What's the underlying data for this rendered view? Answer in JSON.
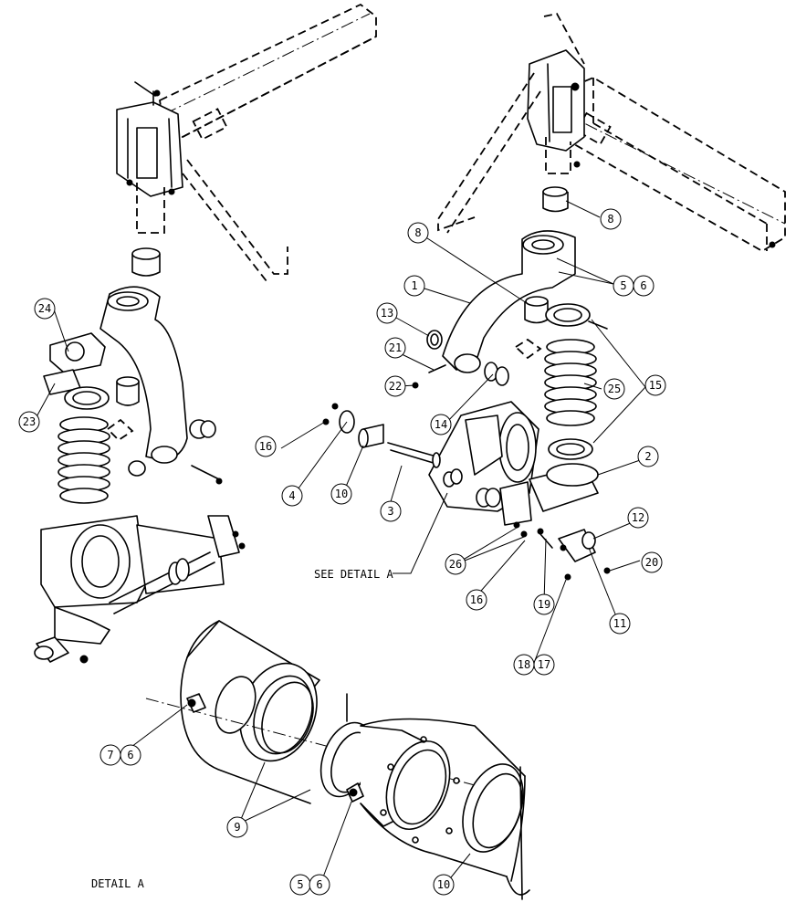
{
  "labels": {
    "see_detail": "SEE DETAIL  A",
    "detail_title": "DETAIL  A"
  },
  "callouts": [
    {
      "id": "c1",
      "text": "1"
    },
    {
      "id": "c2",
      "text": "2"
    },
    {
      "id": "c3",
      "text": "3"
    },
    {
      "id": "c4",
      "text": "4"
    },
    {
      "id": "c5a",
      "text": "5"
    },
    {
      "id": "c6a",
      "text": "6"
    },
    {
      "id": "c5b",
      "text": "5"
    },
    {
      "id": "c6b",
      "text": "6"
    },
    {
      "id": "c6c",
      "text": "6"
    },
    {
      "id": "c7",
      "text": "7"
    },
    {
      "id": "c8a",
      "text": "8"
    },
    {
      "id": "c8b",
      "text": "8"
    },
    {
      "id": "c9",
      "text": "9"
    },
    {
      "id": "c10a",
      "text": "10"
    },
    {
      "id": "c10b",
      "text": "10"
    },
    {
      "id": "c11",
      "text": "11"
    },
    {
      "id": "c12",
      "text": "12"
    },
    {
      "id": "c13",
      "text": "13"
    },
    {
      "id": "c14",
      "text": "14"
    },
    {
      "id": "c15",
      "text": "15"
    },
    {
      "id": "c16a",
      "text": "16"
    },
    {
      "id": "c16b",
      "text": "16"
    },
    {
      "id": "c17",
      "text": "17"
    },
    {
      "id": "c18",
      "text": "18"
    },
    {
      "id": "c19",
      "text": "19"
    },
    {
      "id": "c20",
      "text": "20"
    },
    {
      "id": "c21",
      "text": "21"
    },
    {
      "id": "c22",
      "text": "22"
    },
    {
      "id": "c23",
      "text": "23"
    },
    {
      "id": "c24",
      "text": "24"
    },
    {
      "id": "c25",
      "text": "25"
    },
    {
      "id": "c26",
      "text": "26"
    }
  ]
}
